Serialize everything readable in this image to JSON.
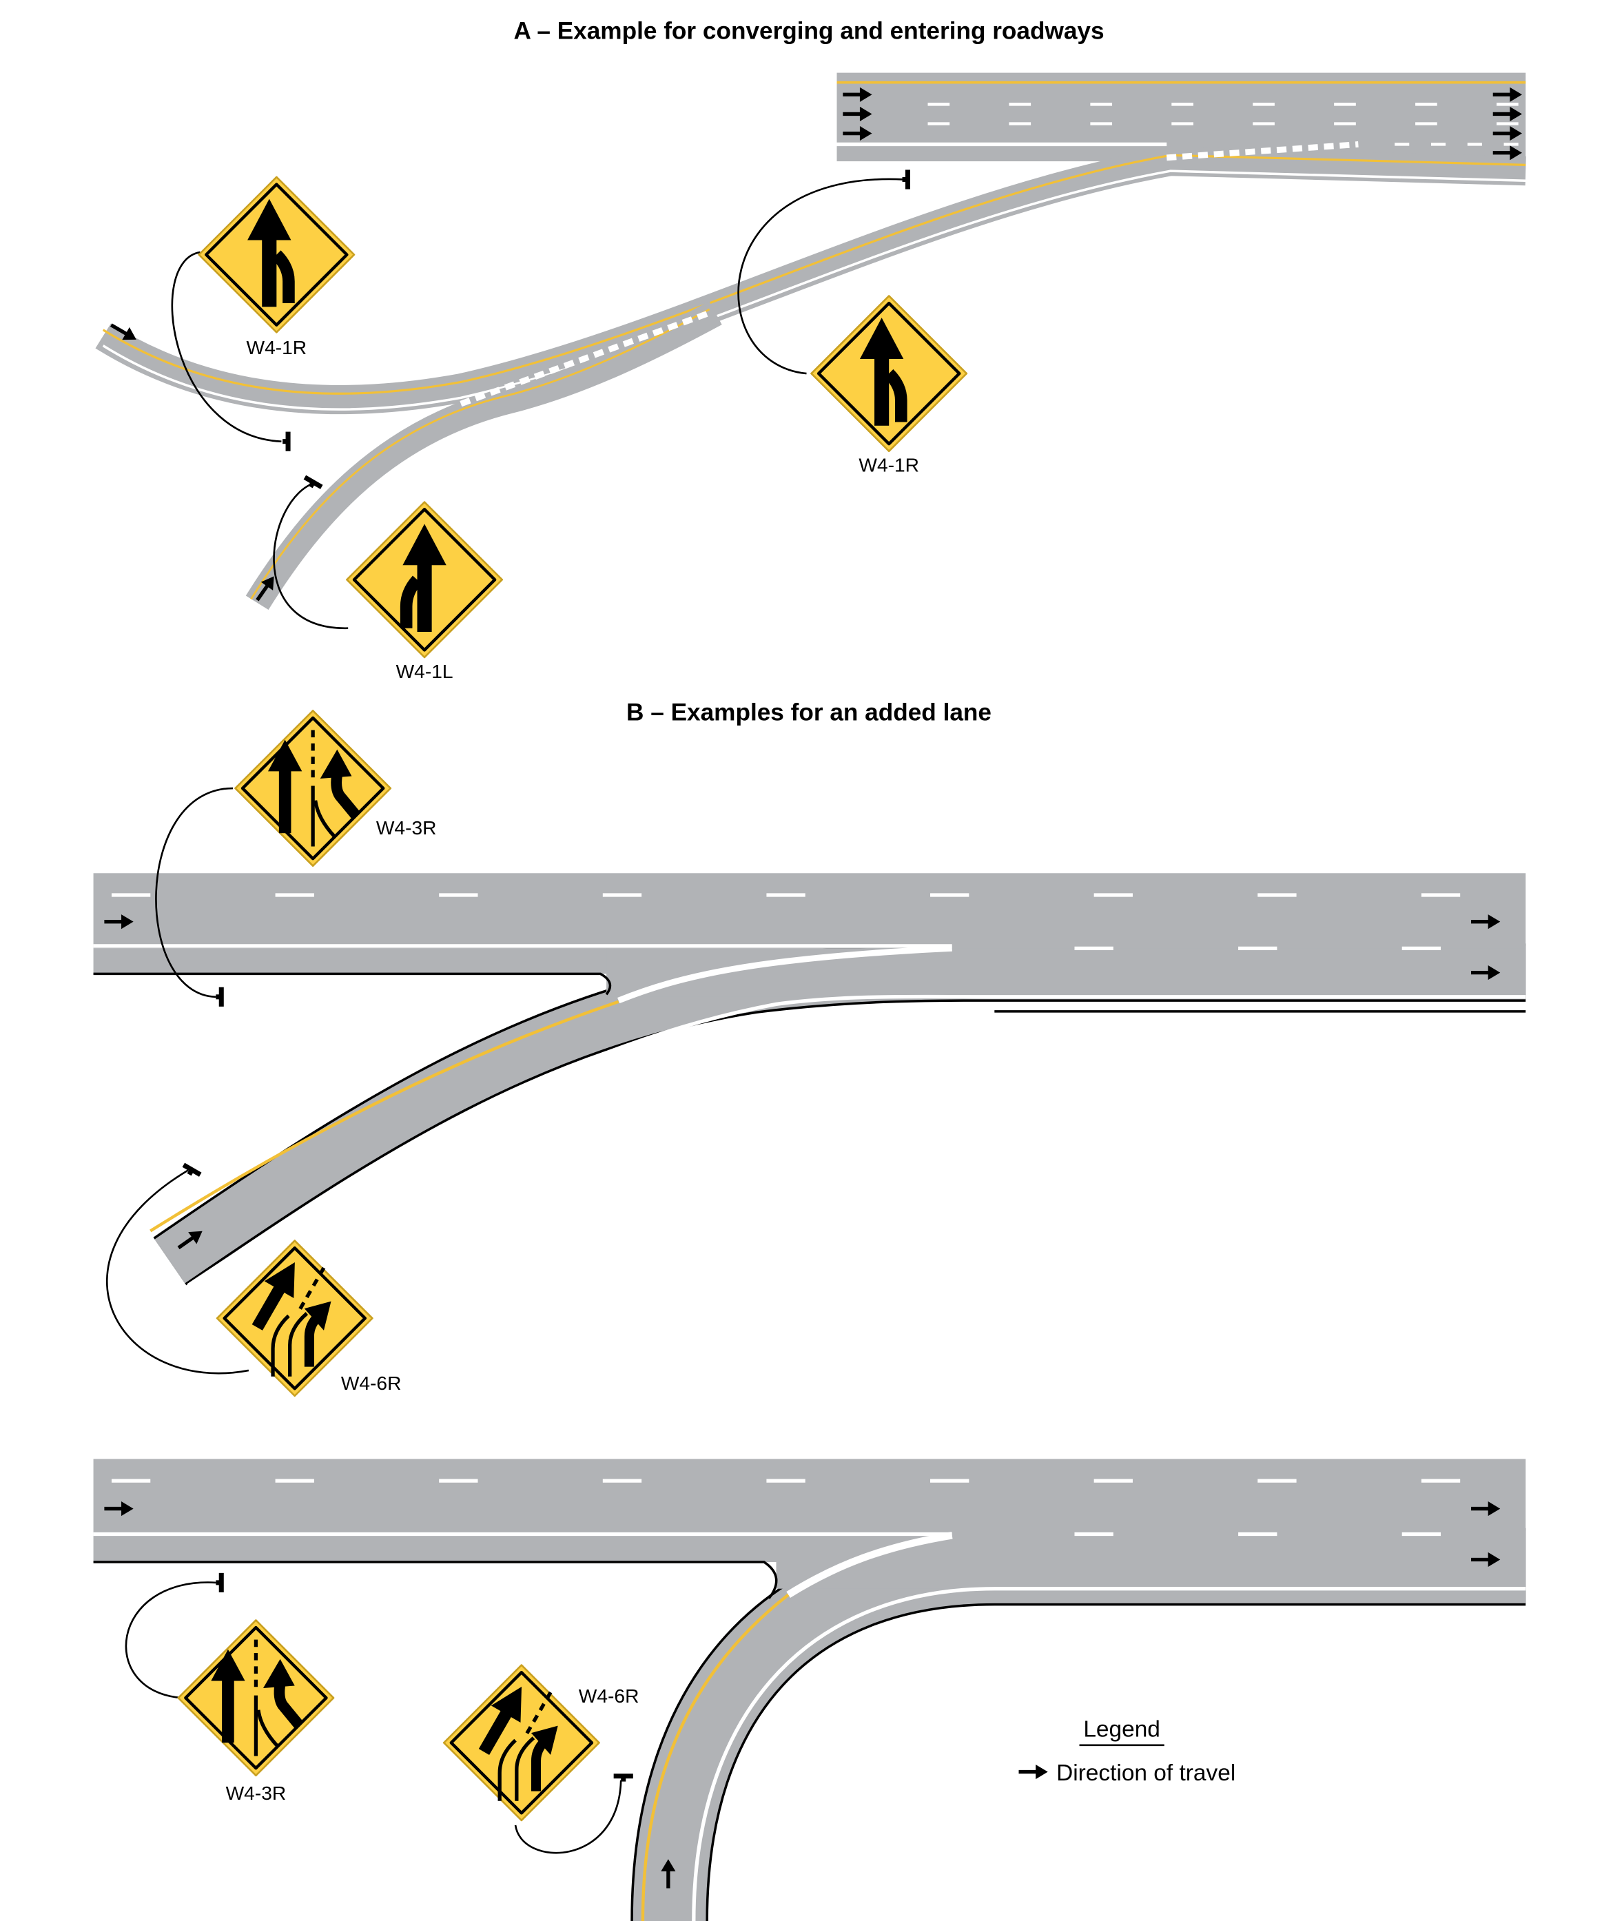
{
  "section_a": {
    "title": "A – Example for converging and entering roadways",
    "signs": [
      {
        "code": "W4-1R",
        "icon": "merge-right-sign"
      },
      {
        "code": "W4-1R",
        "icon": "merge-right-sign"
      },
      {
        "code": "W4-1L",
        "icon": "merge-left-sign"
      }
    ]
  },
  "section_b": {
    "title": "B – Examples for an added lane",
    "example1_signs": [
      {
        "code": "W4-3R",
        "icon": "added-lane-sign"
      },
      {
        "code": "W4-6R",
        "icon": "entering-roadway-added-lane-sign"
      }
    ],
    "example2_signs": [
      {
        "code": "W4-3R",
        "icon": "added-lane-sign"
      },
      {
        "code": "W4-6R",
        "icon": "entering-roadway-added-lane-sign"
      }
    ]
  },
  "legend": {
    "title": "Legend",
    "items": [
      {
        "label": "Direction of travel",
        "icon": "arrow-right-icon"
      }
    ]
  },
  "colors": {
    "road": "#b1b3b6",
    "sign": "#fdd044",
    "yellow_line": "#f2c037"
  }
}
